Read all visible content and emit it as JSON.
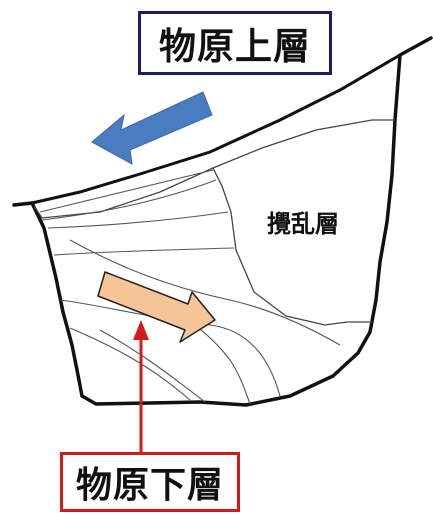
{
  "labels": {
    "upper_layer": "物原上層",
    "disturbed_layer": "攪乱層",
    "lower_layer": "物原下層"
  },
  "colors": {
    "upper_box_border": "#1b1f6b",
    "lower_box_border": "#d21a1a",
    "pointer_line": "#d21a1a",
    "blue_arrow": "#4a7cc1",
    "orange_arrow": "#f5c598",
    "outline": "#111111"
  },
  "icons": {
    "upper_arrow": "arrow-left-down-icon",
    "lower_arrow": "arrow-right-down-icon"
  }
}
